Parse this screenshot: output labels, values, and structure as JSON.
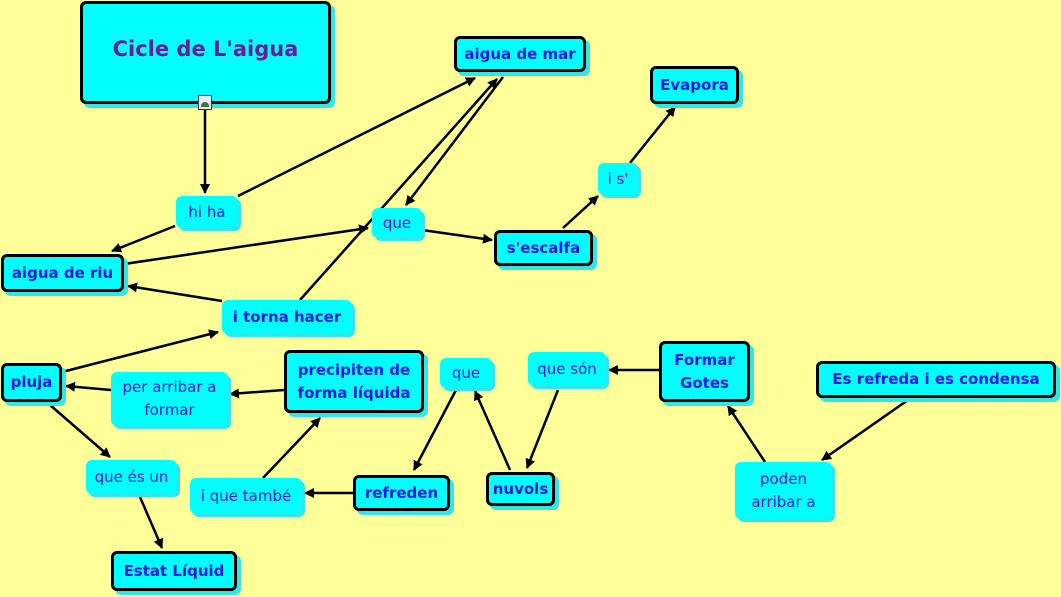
{
  "title": "Cicle de L'aigua",
  "concepts": {
    "aigua_de_mar": "aigua de mar",
    "evapora": "Evapora",
    "s_escalfa": "s'escalfa",
    "aigua_de_riu": "aigua de riu",
    "pluja": "pluja",
    "precipiten": "precipiten de forma líquida",
    "formar_gotes": "Formar Gotes",
    "es_refreda": "Es refreda i es condensa",
    "refreden": "refreden",
    "nuvols": "nuvols",
    "estat_liquid": "Estat Líquid"
  },
  "links": {
    "hi_ha": "hi ha",
    "que1": "que",
    "i_s": "i s'",
    "i_torna_hacer": "i torna hacer",
    "per_arribar": "per arribar a formar",
    "que2": "que",
    "que_son": "que són",
    "que_es_un": "que és un",
    "i_que_tambe": "i que també",
    "poden_arribar": "poden arribar a"
  },
  "colors": {
    "background": "#ffff99",
    "node": "#00ffff",
    "text": "#1a1ae6",
    "title": "#6a1b9a"
  }
}
